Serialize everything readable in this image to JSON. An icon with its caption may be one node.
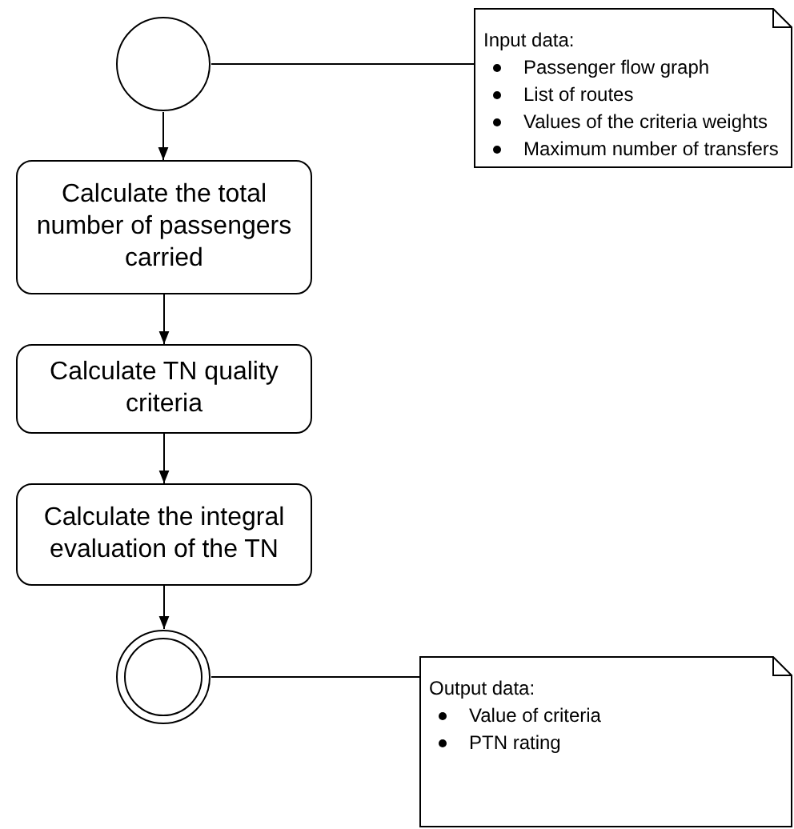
{
  "diagram": {
    "nodes": [
      {
        "text": [],
        "shape": "circle"
      },
      {
        "text": [
          "Input data:",
          "Passenger flow graph",
          "List of routes",
          "Values of the criteria weights",
          "Maximum number of transfers"
        ]
      },
      {
        "text": [
          "Calculate the total number of passengers carried"
        ]
      },
      {
        "text": [
          "Calculate TN quality criteria"
        ]
      },
      {
        "text": [
          "Calculate the integral evaluation of the TN"
        ]
      },
      {
        "text": [],
        "shape": "double-circle"
      },
      {
        "text": [
          "Output data:",
          "Value of criteria",
          "PTN rating"
        ]
      }
    ],
    "edges": [
      {
        "from": 0,
        "to": 1,
        "arrow": "none"
      },
      {
        "from": 0,
        "to": 2,
        "arrow": "to"
      },
      {
        "from": 2,
        "to": 3,
        "arrow": "to"
      },
      {
        "from": 3,
        "to": 4,
        "arrow": "to"
      },
      {
        "from": 4,
        "to": 5,
        "arrow": "to"
      },
      {
        "from": 5,
        "to": 6,
        "arrow": "none"
      }
    ]
  }
}
